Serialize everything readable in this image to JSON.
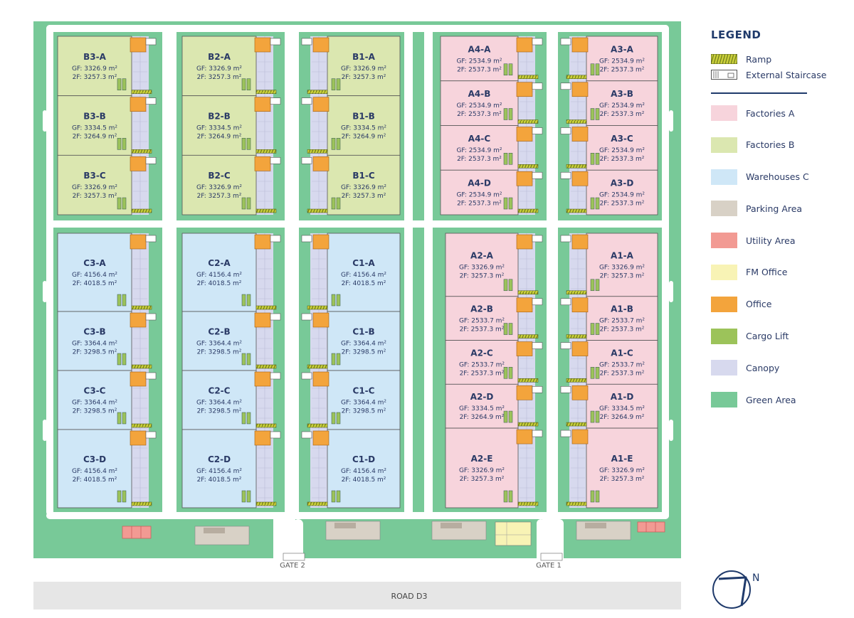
{
  "legend": {
    "title": "LEGEND",
    "symbols": [
      {
        "label": "Ramp",
        "icon": "ramp-icon"
      },
      {
        "label": "External Staircase",
        "icon": "staircase-icon"
      }
    ],
    "areas": [
      {
        "label": "Factories A",
        "color": "#f7d4dc"
      },
      {
        "label": "Factories B",
        "color": "#dbe7b0"
      },
      {
        "label": "Warehouses C",
        "color": "#cfe7f7"
      },
      {
        "label": "Parking Area",
        "color": "#d8d1c6"
      },
      {
        "label": "Utility Area",
        "color": "#f29a93"
      },
      {
        "label": "FM Office",
        "color": "#f8f3b5"
      },
      {
        "label": "Office",
        "color": "#f3a43c"
      },
      {
        "label": "Cargo Lift",
        "color": "#9cc35a"
      },
      {
        "label": "Canopy",
        "color": "#d7d9ee"
      },
      {
        "label": "Green Area",
        "color": "#78c998"
      }
    ]
  },
  "colors": {
    "green": "#78c998",
    "road": "#e6e6e6",
    "factoryA": "#f7d4dc",
    "factoryB": "#dbe7b0",
    "warehouseC": "#cfe7f7",
    "office": "#f3a43c",
    "canopy": "#d7d9ee",
    "cargo": "#9cc35a",
    "parking": "#d8d1c6",
    "utility": "#f29a93",
    "fmoffice": "#f8f3b5",
    "text": "#2a3a66"
  },
  "units": {
    "B3-A": {
      "name": "B3-A",
      "gf": "GF: 3326.9 m²",
      "f2": "2F: 3257.3 m²"
    },
    "B3-B": {
      "name": "B3-B",
      "gf": "GF: 3334.5 m²",
      "f2": "2F: 3264.9 m²"
    },
    "B3-C": {
      "name": "B3-C",
      "gf": "GF: 3326.9 m²",
      "f2": "2F: 3257.3 m²"
    },
    "B2-A": {
      "name": "B2-A",
      "gf": "GF: 3326.9 m²",
      "f2": "2F: 3257.3 m²"
    },
    "B2-B": {
      "name": "B2-B",
      "gf": "GF: 3334.5 m²",
      "f2": "2F: 3264.9 m²"
    },
    "B2-C": {
      "name": "B2-C",
      "gf": "GF: 3326.9 m²",
      "f2": "2F: 3257.3 m²"
    },
    "B1-A": {
      "name": "B1-A",
      "gf": "GF: 3326.9 m²",
      "f2": "2F: 3257.3 m²"
    },
    "B1-B": {
      "name": "B1-B",
      "gf": "GF: 3334.5 m²",
      "f2": "2F: 3264.9 m²"
    },
    "B1-C": {
      "name": "B1-C",
      "gf": "GF: 3326.9 m²",
      "f2": "2F: 3257.3 m²"
    },
    "A4-A": {
      "name": "A4-A",
      "gf": "GF: 2534.9 m²",
      "f2": "2F: 2537.3 m²"
    },
    "A4-B": {
      "name": "A4-B",
      "gf": "GF: 2534.9 m²",
      "f2": "2F: 2537.3 m²"
    },
    "A4-C": {
      "name": "A4-C",
      "gf": "GF: 2534.9 m²",
      "f2": "2F: 2537.3 m²"
    },
    "A4-D": {
      "name": "A4-D",
      "gf": "GF: 2534.9 m²",
      "f2": "2F: 2537.3 m²"
    },
    "A3-A": {
      "name": "A3-A",
      "gf": "GF: 2534.9 m²",
      "f2": "2F: 2537.3 m²"
    },
    "A3-B": {
      "name": "A3-B",
      "gf": "GF: 2534.9 m²",
      "f2": "2F: 2537.3 m²"
    },
    "A3-C": {
      "name": "A3-C",
      "gf": "GF: 2534.9 m²",
      "f2": "2F: 2537.3 m²"
    },
    "A3-D": {
      "name": "A3-D",
      "gf": "GF: 2534.9 m²",
      "f2": "2F: 2537.3 m²"
    },
    "C3-A": {
      "name": "C3-A",
      "gf": "GF: 4156.4 m²",
      "f2": "2F: 4018.5 m²"
    },
    "C3-B": {
      "name": "C3-B",
      "gf": "GF: 3364.4 m²",
      "f2": "2F: 3298.5 m²"
    },
    "C3-C": {
      "name": "C3-C",
      "gf": "GF: 3364.4 m²",
      "f2": "2F: 3298.5 m²"
    },
    "C3-D": {
      "name": "C3-D",
      "gf": "GF: 4156.4 m²",
      "f2": "2F: 4018.5 m²"
    },
    "C2-A": {
      "name": "C2-A",
      "gf": "GF: 4156.4 m²",
      "f2": "2F: 4018.5 m²"
    },
    "C2-B": {
      "name": "C2-B",
      "gf": "GF: 3364.4 m²",
      "f2": "2F: 3298.5 m²"
    },
    "C2-C": {
      "name": "C2-C",
      "gf": "GF: 3364.4 m²",
      "f2": "2F: 3298.5 m²"
    },
    "C2-D": {
      "name": "C2-D",
      "gf": "GF: 4156.4 m²",
      "f2": "2F: 4018.5 m²"
    },
    "C1-A": {
      "name": "C1-A",
      "gf": "GF: 4156.4 m²",
      "f2": "2F: 4018.5 m²"
    },
    "C1-B": {
      "name": "C1-B",
      "gf": "GF: 3364.4 m²",
      "f2": "2F: 3298.5 m²"
    },
    "C1-C": {
      "name": "C1-C",
      "gf": "GF: 3364.4 m²",
      "f2": "2F: 3298.5 m²"
    },
    "C1-D": {
      "name": "C1-D",
      "gf": "GF: 4156.4 m²",
      "f2": "2F: 4018.5 m²"
    },
    "A2-A": {
      "name": "A2-A",
      "gf": "GF: 3326.9 m²",
      "f2": "2F: 3257.3 m²"
    },
    "A2-B": {
      "name": "A2-B",
      "gf": "GF: 2533.7 m²",
      "f2": "2F: 2537.3 m²"
    },
    "A2-C": {
      "name": "A2-C",
      "gf": "GF: 2533.7 m²",
      "f2": "2F: 2537.3 m²"
    },
    "A2-D": {
      "name": "A2-D",
      "gf": "GF: 3334.5 m²",
      "f2": "2F: 3264.9 m²"
    },
    "A2-E": {
      "name": "A2-E",
      "gf": "GF: 3326.9 m²",
      "f2": "2F: 3257.3 m²"
    },
    "A1-A": {
      "name": "A1-A",
      "gf": "GF: 3326.9 m²",
      "f2": "2F: 3257.3 m²"
    },
    "A1-B": {
      "name": "A1-B",
      "gf": "GF: 2533.7 m²",
      "f2": "2F: 2537.3 m²"
    },
    "A1-C": {
      "name": "A1-C",
      "gf": "GF: 2533.7 m²",
      "f2": "2F: 2537.3 m²"
    },
    "A1-D": {
      "name": "A1-D",
      "gf": "GF: 3334.5 m²",
      "f2": "2F: 3264.9 m²"
    },
    "A1-E": {
      "name": "A1-E",
      "gf": "GF: 3326.9 m²",
      "f2": "2F: 3257.3 m²"
    }
  },
  "gates": {
    "gate2": "GATE 2",
    "gate1": "GATE 1"
  },
  "road": {
    "label": "ROAD D3"
  },
  "compass": {
    "label": "N"
  }
}
